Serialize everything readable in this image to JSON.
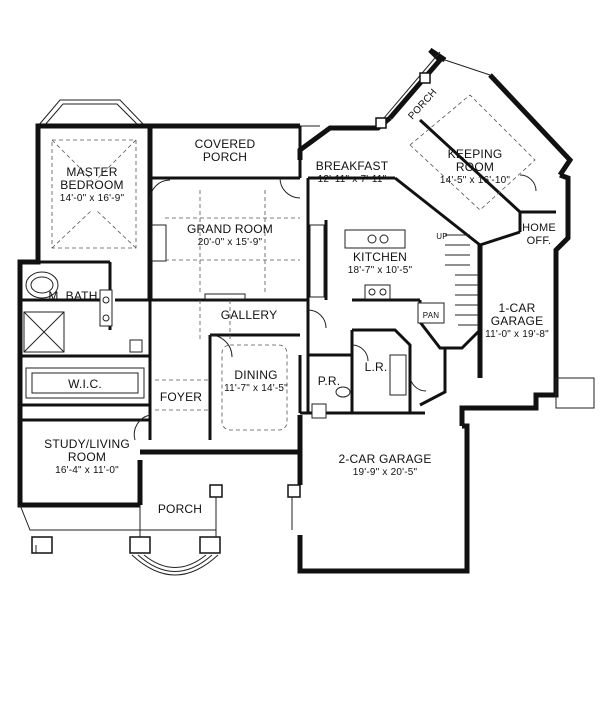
{
  "rooms": {
    "covered_porch": {
      "name1": "COVERED",
      "name2": "PORCH"
    },
    "master_bedroom": {
      "name1": "MASTER",
      "name2": "BEDROOM",
      "dims": "14'-0\" x 16'-9\""
    },
    "grand_room": {
      "name": "GRAND ROOM",
      "dims": "20'-0\" x 15'-9\""
    },
    "breakfast": {
      "name": "BREAKFAST",
      "dims": "12'-11\" x 7'-11\""
    },
    "keeping_room": {
      "name1": "KEEPING",
      "name2": "ROOM",
      "dims": "14'-5\" x 16'-10\""
    },
    "porch_top": {
      "name": "PORCH"
    },
    "home_office": {
      "name1": "HOME",
      "name2": "OFF."
    },
    "kitchen": {
      "name": "KITCHEN",
      "dims": "18'-7\" x 10'-5\""
    },
    "m_bath": {
      "name": "M. BATH"
    },
    "gallery": {
      "name": "GALLERY"
    },
    "garage_1car": {
      "name1": "1-CAR",
      "name2": "GARAGE",
      "dims": "11'-0\" x 19'-8\""
    },
    "pan": {
      "name": "PAN"
    },
    "wic": {
      "name": "W.I.C."
    },
    "foyer": {
      "name": "FOYER"
    },
    "dining": {
      "name": "DINING",
      "dims": "11'-7\" x 14'-5\""
    },
    "pr": {
      "name": "P.R."
    },
    "lr": {
      "name": "L.R."
    },
    "study": {
      "name1": "STUDY/LIVING",
      "name2": "ROOM",
      "dims": "16'-4\" x 11'-0\""
    },
    "garage_2car": {
      "name": "2-CAR GARAGE",
      "dims": "19'-9\" x 20'-5\""
    },
    "porch_front": {
      "name": "PORCH"
    }
  },
  "annotations": {
    "stair_up": "UP"
  }
}
